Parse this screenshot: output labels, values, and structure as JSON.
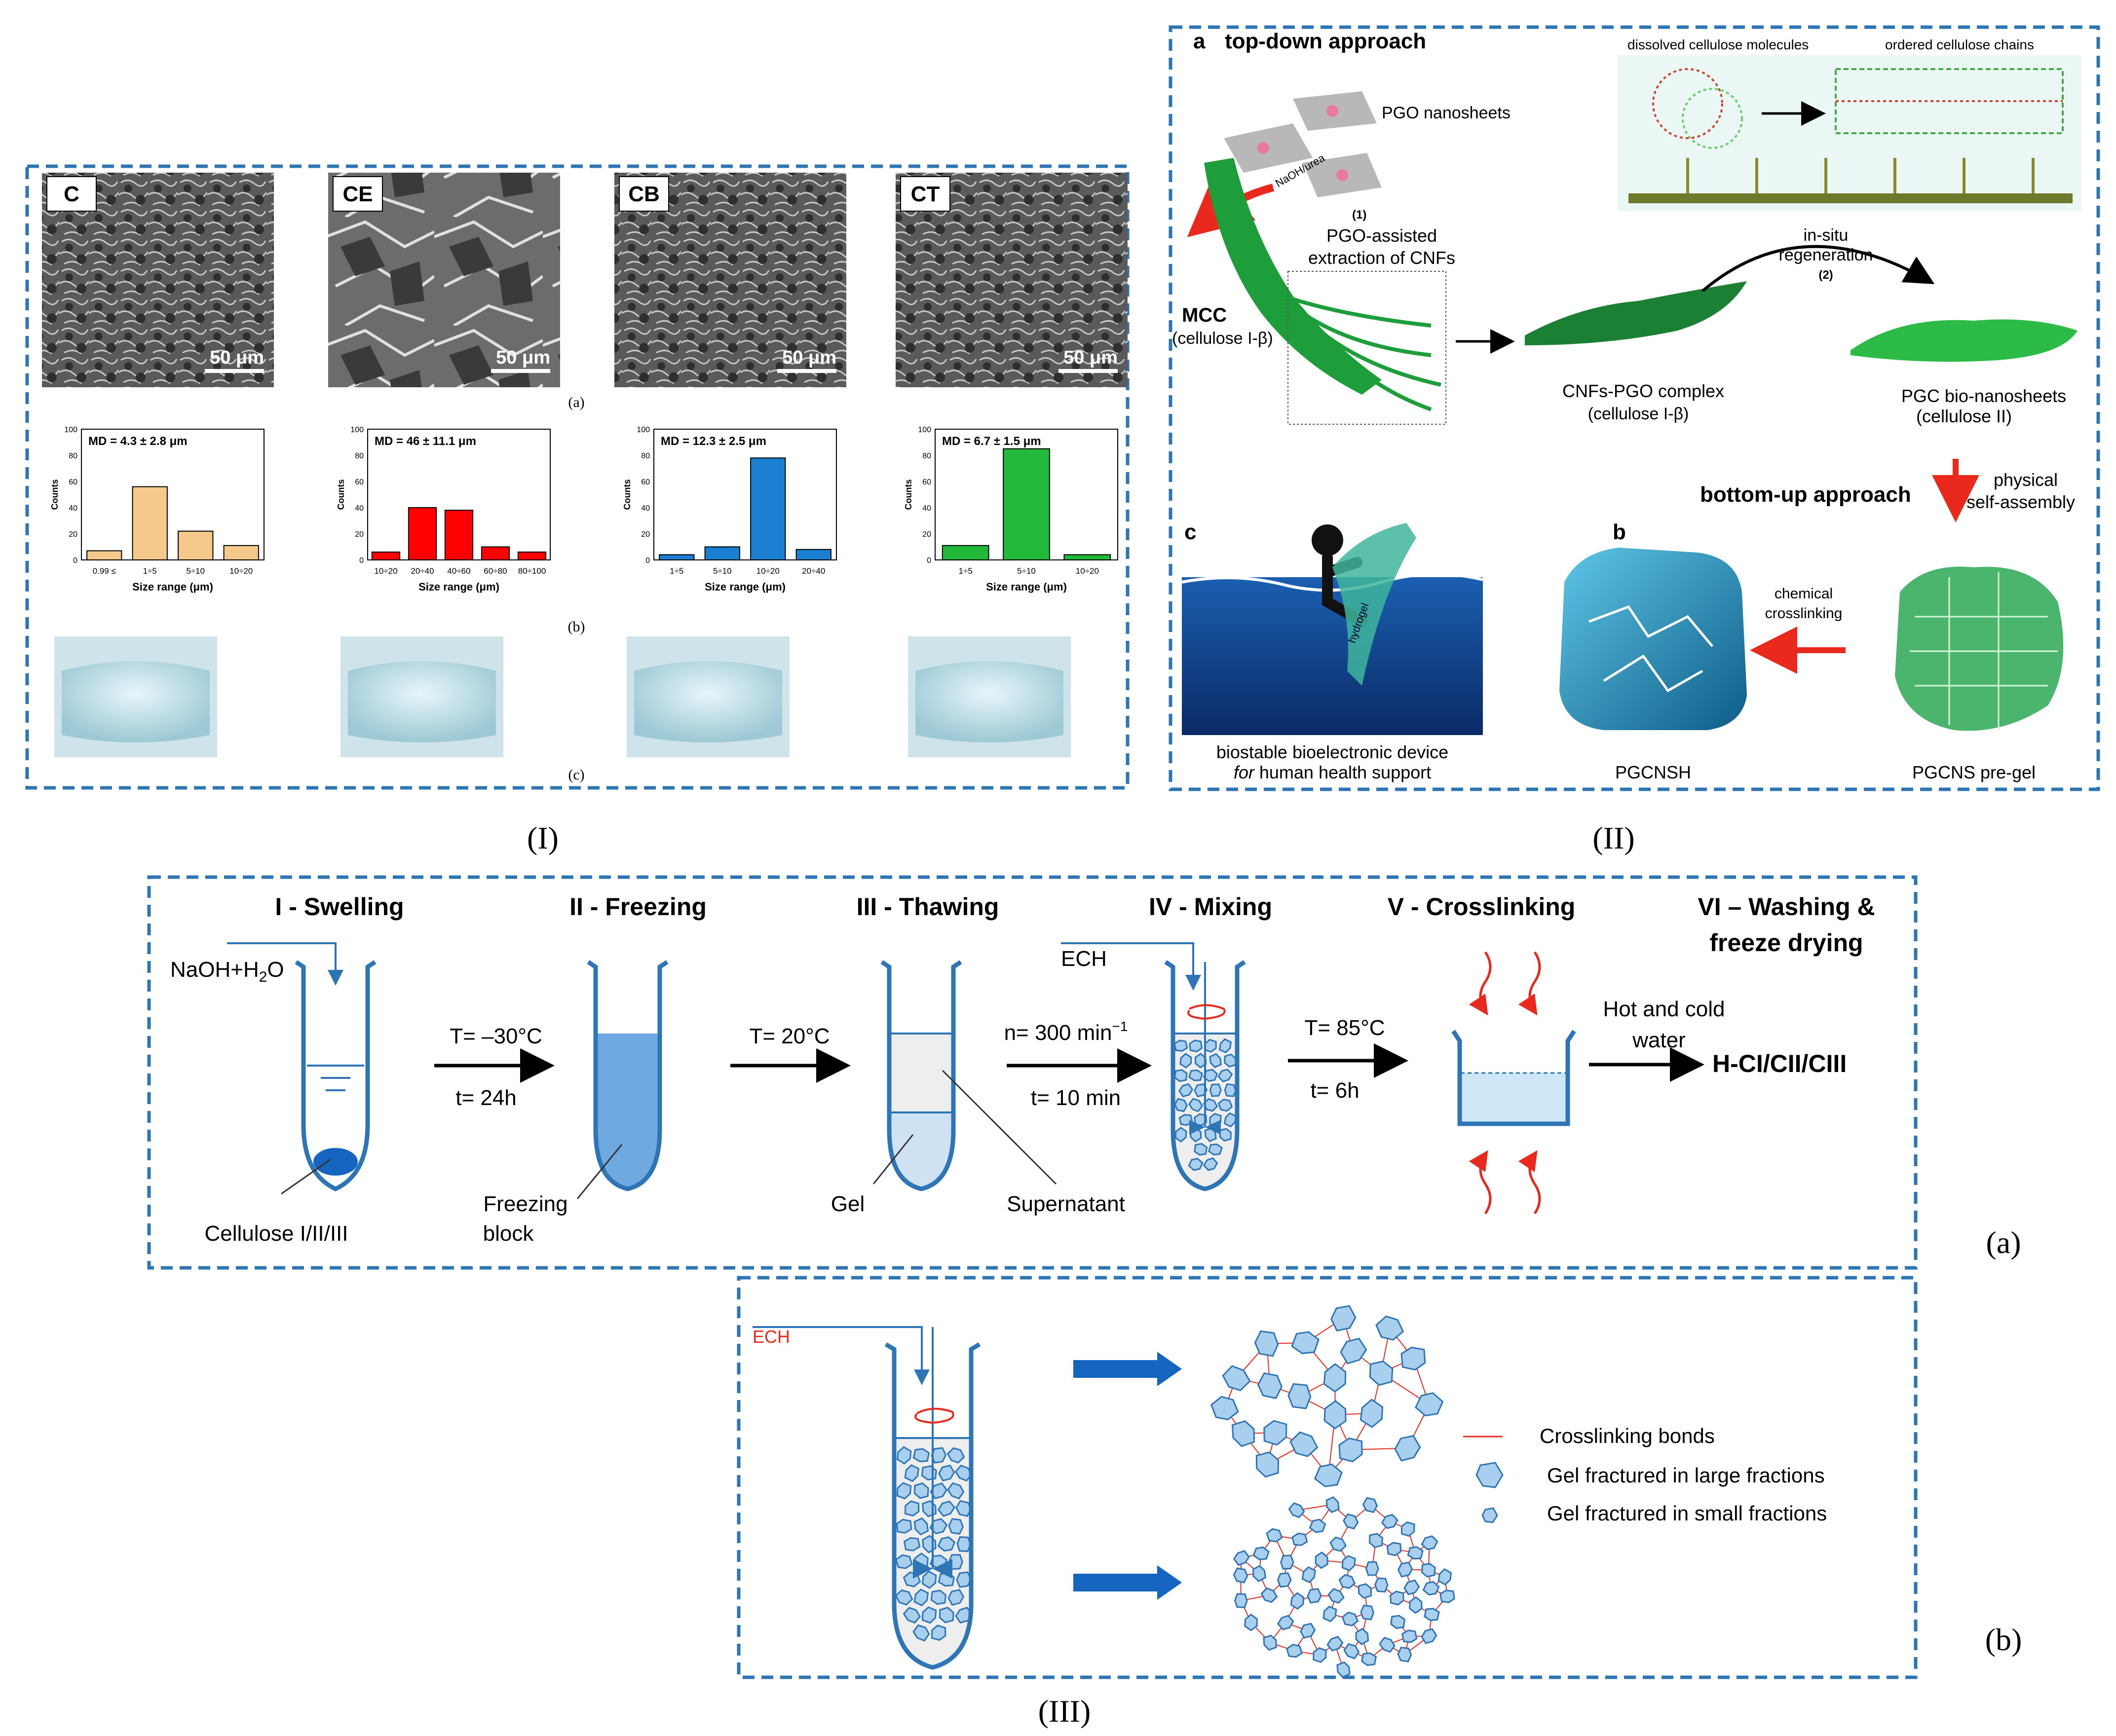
{
  "panel_I": {
    "tiles": [
      {
        "code": "C",
        "scale": "50 μm",
        "md": "MD = 4.3 ± 2.8 μm",
        "color": "#f5c98a",
        "cats": [
          "0.99 ≤",
          "1÷5",
          "5÷10",
          "10÷20"
        ],
        "values": [
          7,
          56,
          22,
          11
        ]
      },
      {
        "code": "CE",
        "scale": "50 μm",
        "md": "MD = 46 ± 11.1 μm",
        "color": "#ff0000",
        "cats": [
          "10÷20",
          "20÷40",
          "40÷60",
          "60÷80",
          "80÷100"
        ],
        "values": [
          6,
          40,
          38,
          10,
          6
        ]
      },
      {
        "code": "CB",
        "scale": "50 μm",
        "md": "MD = 12.3 ± 2.5 μm",
        "color": "#1a7fd0",
        "cats": [
          "1÷5",
          "5÷10",
          "10÷20",
          "20÷40"
        ],
        "values": [
          4,
          10,
          78,
          8
        ]
      },
      {
        "code": "CT",
        "scale": "50 μm",
        "md": "MD = 6.7 ± 1.5 μm",
        "color": "#22b83a",
        "cats": [
          "1÷5",
          "5÷10",
          "10÷20"
        ],
        "values": [
          11,
          85,
          4
        ]
      }
    ],
    "axis": {
      "ylabel": "Counts",
      "xlabel": "Size range (μm)",
      "ticks": [
        "0",
        "20",
        "40",
        "60",
        "80",
        "100"
      ]
    },
    "sub_a": "(a)",
    "sub_b": "(b)",
    "sub_c": "(c)",
    "roman": "(I)"
  },
  "panel_II": {
    "a_letter": "a",
    "a_title": "top-down approach",
    "dissolved": "dissolved cellulose molecules",
    "ordered": "ordered cellulose chains",
    "pgo_nanosheets": "PGO nanosheets",
    "naoh_urea": "NaOH/urea",
    "step1": "(1)",
    "pgo_assisted_1": "PGO-assisted",
    "pgo_assisted_2": "extraction of CNFs",
    "mcc_1": "MCC",
    "mcc_2": "(cellulose I-β)",
    "insitu_1": "in-situ",
    "insitu_2": "regeneration",
    "step2": "(2)",
    "cnfs_1": "CNFs-PGO complex",
    "cnfs_2": "(cellulose I-β)",
    "pgc_1": "PGC bio-nanosheets",
    "pgc_2": "(cellulose II)",
    "bottom_up": "bottom-up approach",
    "physical_1": "physical",
    "physical_2": "self-assembly",
    "c_letter": "c",
    "b_letter": "b",
    "chem_1": "chemical",
    "chem_2": "crosslinking",
    "hydrogel": "hydrogel",
    "device_1": "biostable bioelectronic device",
    "device_2a": "for",
    "device_2b": " human health support",
    "pgcnsh": "PGCNSH",
    "pregel": "PGCNS pre-gel",
    "roman": "(II)"
  },
  "panel_III_a": {
    "steps": [
      "I - Swelling",
      "II - Freezing",
      "III - Thawing",
      "IV - Mixing",
      "V - Crosslinking",
      "VI – Washing &",
      "freeze drying"
    ],
    "naoh": "NaOH+H",
    "naoh_sub": "2",
    "naoh_tail": "O",
    "cellulose": "Cellulose I/II/III",
    "t1": "T= –30°C",
    "t1b": "t= 24h",
    "freezing_1": "Freezing",
    "freezing_2": "block",
    "t2": "T= 20°C",
    "gel": "Gel",
    "supernatant": "Supernatant",
    "ech": "ECH",
    "n": "n= 300 min",
    "n_sup": "−1",
    "t3": "t= 10 min",
    "t4": "T= 85°C",
    "t4b": "t= 6h",
    "hot_1": "Hot and cold",
    "hot_2": "water",
    "product": "H-CI/CII/CIII",
    "label": "(a)"
  },
  "panel_III_b": {
    "ech": "ECH",
    "legend": [
      "Crosslinking bonds",
      "Gel fractured in large fractions",
      "Gel fractured in small fractions"
    ],
    "label": "(b)",
    "roman": "(III)"
  },
  "colors": {
    "dashed": "#2e75b6",
    "blue": "#2e75b6",
    "red": "#e8291c",
    "green": "#1e9e3a"
  }
}
